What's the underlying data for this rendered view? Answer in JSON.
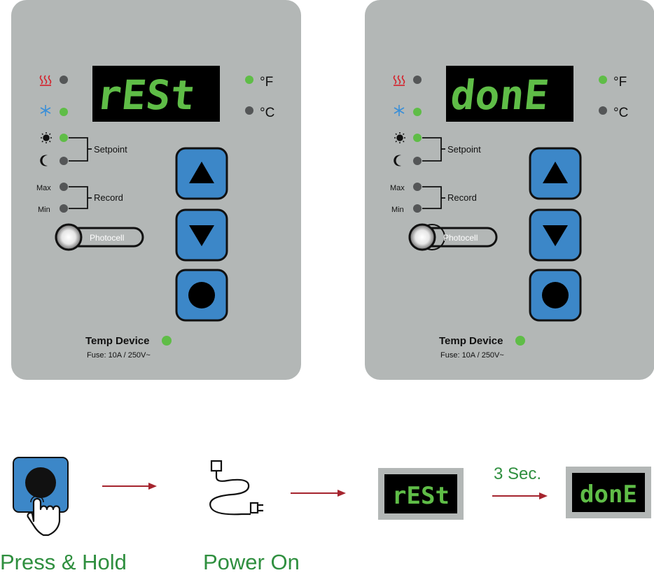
{
  "panels": [
    {
      "display_text": "rESt",
      "unit_f": "°F",
      "unit_c": "°C",
      "setpoint_label": "Setpoint",
      "record_label": "Record",
      "max_label": "Max",
      "min_label": "Min",
      "photocell_label": "Photocell",
      "device_name": "Temp Device",
      "fuse_label": "Fuse: 10A / 250V~",
      "leds": {
        "heat": "off",
        "cool": "on",
        "day": "on",
        "night": "off",
        "max": "off",
        "min": "off",
        "f": "on",
        "c": "off",
        "power": "on"
      }
    },
    {
      "display_text": "donE",
      "unit_f": "°F",
      "unit_c": "°C",
      "setpoint_label": "Setpoint",
      "record_label": "Record",
      "max_label": "Max",
      "min_label": "Min",
      "photocell_label": "Photocell",
      "device_name": "Temp Device",
      "fuse_label": "Fuse: 10A / 250V~",
      "leds": {
        "heat": "off",
        "cool": "on",
        "day": "on",
        "night": "off",
        "max": "off",
        "min": "off",
        "f": "on",
        "c": "off",
        "power": "on"
      }
    }
  ],
  "sequence": {
    "step1_label": "Press & Hold",
    "step2_label": "Power On",
    "display1": "rESt",
    "delay_label": "3 Sec.",
    "display2": "donE"
  },
  "colors": {
    "led_on": "#5fbd47",
    "led_off": "#545657",
    "lcd_text": "#5fbd47",
    "button_blue": "#3c87c8",
    "arrow_red": "#a5242e",
    "step_text": "#2f8f3f",
    "heat_icon": "#d4202a",
    "cool_icon": "#3a8fd8"
  }
}
